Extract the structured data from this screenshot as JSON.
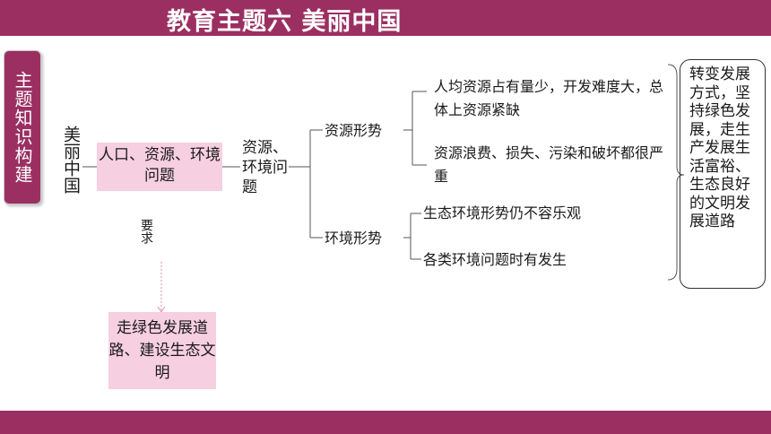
{
  "header": {
    "title": "教育主题六 美丽中国"
  },
  "side_tab": {
    "label": "主题知识构建"
  },
  "root": {
    "label": "美丽中国"
  },
  "topic_box": {
    "label": "人口、资源、环境问题"
  },
  "requirement": {
    "label": "要求"
  },
  "goal_box": {
    "label": "走绿色发展道路、建设生态文明"
  },
  "issue": {
    "label": "资源、环境问题"
  },
  "branches": {
    "resource": {
      "label": "资源形势",
      "items": [
        "人均资源占有量少，开发难度大，总体上资源紧缺",
        "资源浪费、损失、污染和破坏都很严重"
      ]
    },
    "environment": {
      "label": "环境形势",
      "items": [
        "生态环境形势仍不容乐观",
        "各类环境问题时有发生"
      ]
    }
  },
  "conclusion": {
    "text": "转变发展方式，坚持绿色发展，走生产发展生活富裕、生态良好的文明发展道路"
  },
  "colors": {
    "brand": "#9b2f62",
    "highlight_box": "#f6cfe0"
  }
}
